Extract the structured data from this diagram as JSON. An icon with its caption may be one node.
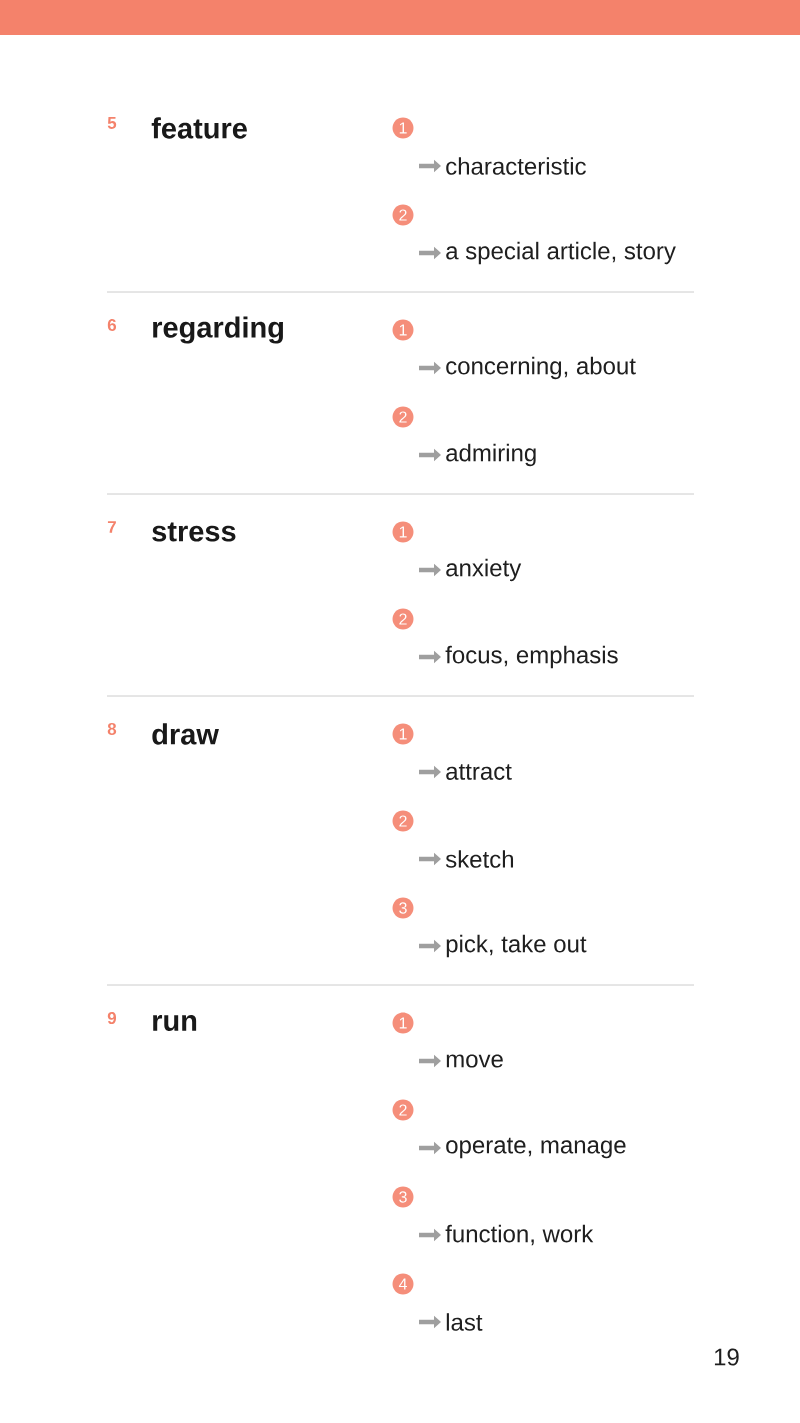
{
  "diagram": {
    "nodes": [
      {
        "text": [
          "1"
        ]
      },
      {
        "text": [
          "2"
        ]
      },
      {
        "text": [
          "1"
        ]
      },
      {
        "text": [
          "2"
        ]
      },
      {
        "text": [
          "1"
        ]
      },
      {
        "text": [
          "2"
        ]
      },
      {
        "text": [
          "1"
        ]
      },
      {
        "text": [
          "2"
        ]
      },
      {
        "text": [
          "3"
        ]
      },
      {
        "text": [
          "1"
        ]
      },
      {
        "text": [
          "2"
        ]
      },
      {
        "text": [
          "3"
        ]
      },
      {
        "text": [
          "4"
        ]
      }
    ],
    "labels": [
      "5",
      "feature",
      "characteristic",
      "a special article, story",
      "6",
      "regarding",
      "concerning, about",
      "admiring",
      "7",
      "stress",
      "anxiety",
      "focus, emphasis",
      "8",
      "draw",
      "attract",
      "sketch",
      "pick, take out",
      "9",
      "run",
      "move",
      "operate, manage",
      "function, work",
      "last",
      "19"
    ]
  }
}
